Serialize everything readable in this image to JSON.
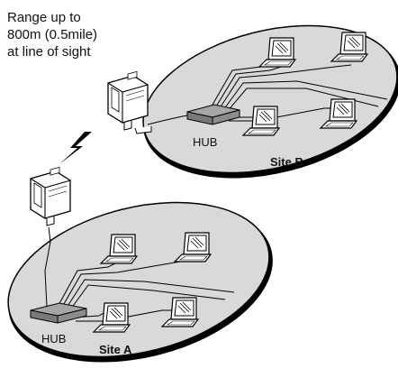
{
  "range_note": {
    "line1": "Range up to",
    "line2": "800m (0.5mile)",
    "line3": "at line of sight"
  },
  "site_b": {
    "name": "Site B",
    "hub_label": "HUB",
    "laptop_count": 4
  },
  "site_a": {
    "name": "Site A",
    "hub_label": "HUB",
    "laptop_count": 4
  },
  "colors": {
    "site_fill": "#d9d9d9",
    "outline": "#000000",
    "hub_fill": "#8c8c8c",
    "device_fill": "#ffffff"
  },
  "icons": {
    "wireless_link": "lightning-bolt-icon",
    "access_point": "outdoor-bridge-icon",
    "computer": "laptop-icon",
    "hub": "hub-icon"
  }
}
